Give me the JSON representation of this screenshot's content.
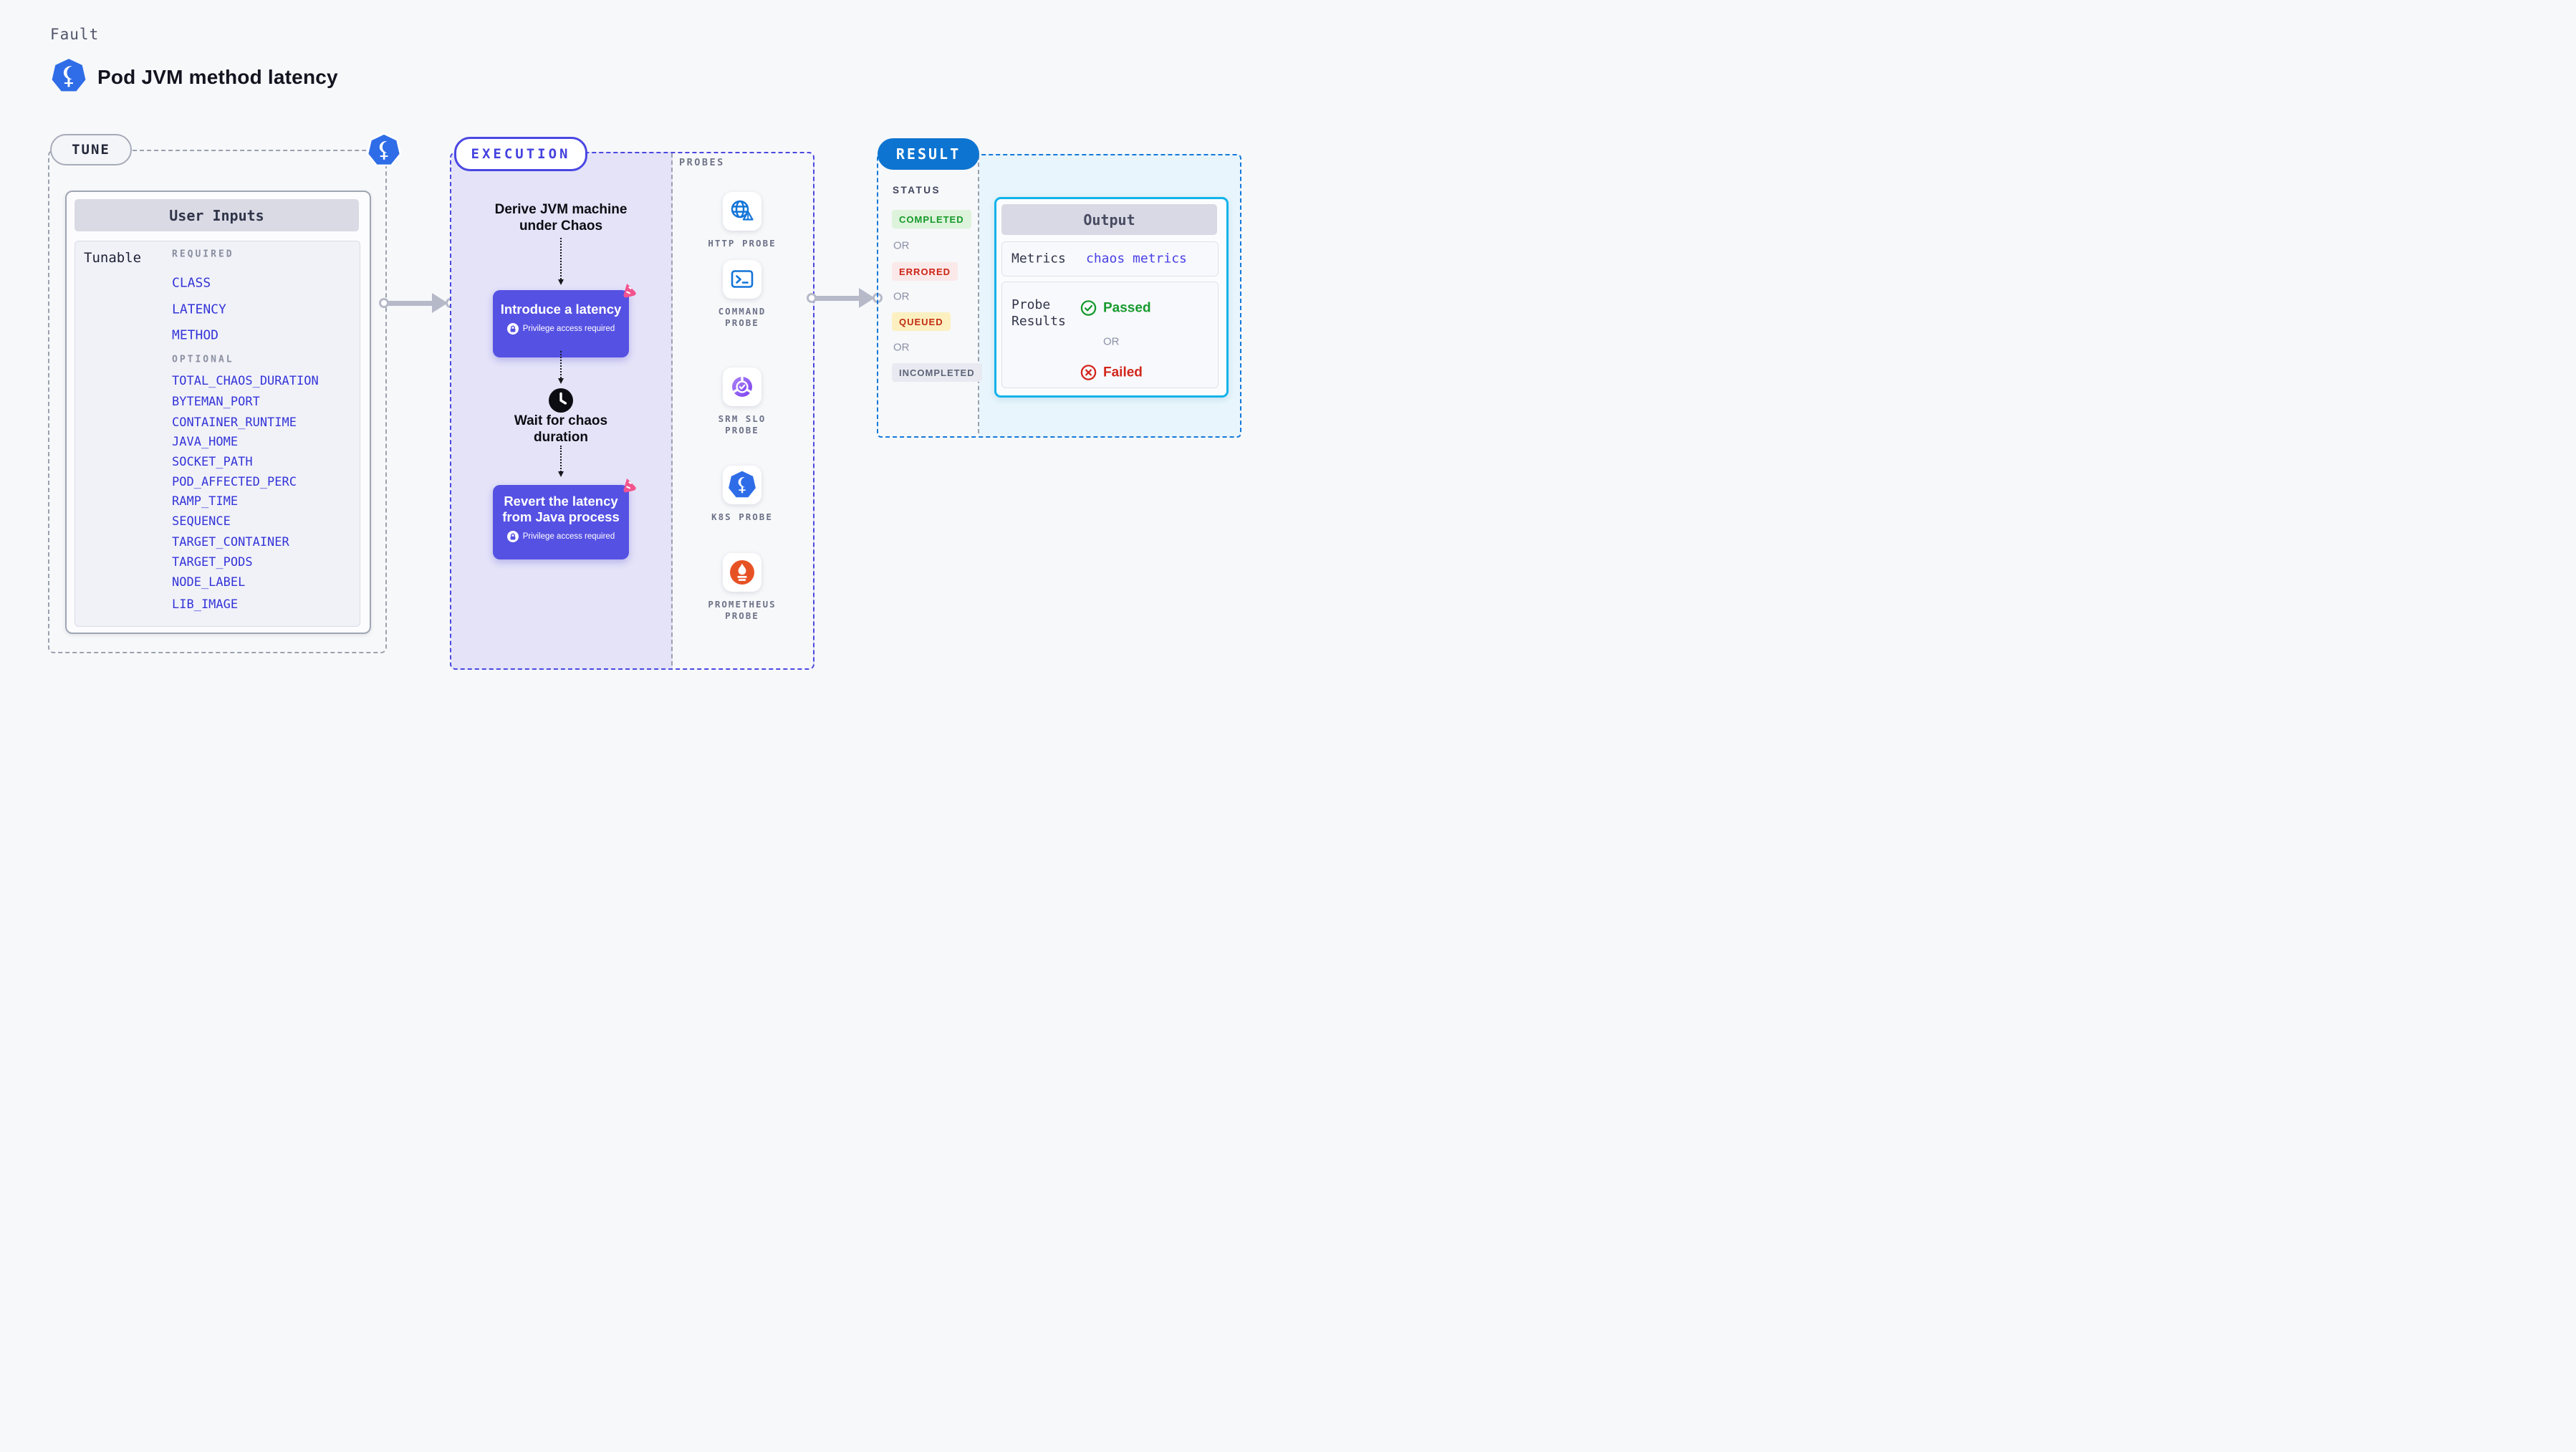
{
  "header": {
    "eyebrow": "Fault",
    "title": "Pod JVM method latency",
    "icon": "kubernetes-icon"
  },
  "tune": {
    "badge": "TUNE",
    "user_inputs_title": "User Inputs",
    "tunable_label": "Tunable",
    "required_label": "REQUIRED",
    "required_params": [
      "CLASS",
      "LATENCY",
      "METHOD"
    ],
    "optional_label": "OPTIONAL",
    "optional_params": [
      "TOTAL_CHAOS_DURATION",
      "BYTEMAN_PORT",
      "CONTAINER_RUNTIME",
      "JAVA_HOME",
      "SOCKET_PATH",
      "POD_AFFECTED_PERC",
      "RAMP_TIME",
      "SEQUENCE",
      "TARGET_CONTAINER",
      "TARGET_PODS",
      "NODE_LABEL",
      "LIB_IMAGE"
    ]
  },
  "execution": {
    "badge": "EXECUTION",
    "derive": {
      "line1": "Derive JVM machine",
      "line2": "under Chaos"
    },
    "introduce": {
      "title": "Introduce a latency",
      "note": "Privilege access required"
    },
    "wait": {
      "line1": "Wait for chaos",
      "line2": "duration",
      "icon": "clock-icon"
    },
    "revert": {
      "line1": "Revert the latency",
      "line2": "from Java process",
      "note": "Privilege access required"
    }
  },
  "probes": {
    "label": "PROBES",
    "items": [
      {
        "name": "HTTP PROBE",
        "icon": "globe-alert-icon"
      },
      {
        "name": "COMMAND PROBE",
        "icon": "terminal-icon"
      },
      {
        "name": "SRM SLO PROBE",
        "icon": "slo-donut-check-icon"
      },
      {
        "name": "K8S PROBE",
        "icon": "kubernetes-icon"
      },
      {
        "name": "PROMETHEUS PROBE",
        "icon": "prometheus-flame-icon"
      }
    ]
  },
  "result": {
    "badge": "RESULT",
    "status_label": "STATUS",
    "or_label": "OR",
    "statuses": [
      {
        "label": "COMPLETED",
        "fg": "#15982a",
        "bg": "#ddf3db"
      },
      {
        "label": "ERRORED",
        "fg": "#cd2114",
        "bg": "#fbe9e9"
      },
      {
        "label": "QUEUED",
        "fg": "#c22c12",
        "bg": "#fcf0c0"
      },
      {
        "label": "INCOMPLETED",
        "fg": "#5d6478",
        "bg": "#e9eaf1"
      }
    ],
    "output": {
      "title": "Output",
      "metrics_label": "Metrics",
      "metrics_value": "chaos metrics",
      "probe_results": {
        "line1": "Probe",
        "line2": "Results"
      },
      "passed_label": "Passed",
      "or_label": "OR",
      "failed_label": "Failed"
    }
  },
  "colors": {
    "page_bg": "#f7f8fa",
    "execution_fill": "#e4e3f8",
    "result_fill": "#e8f5fc",
    "chaos_button": "#5551e3",
    "execution_dash": "#4a48e1",
    "result_dash": "#1379da",
    "output_border": "#12b3ea",
    "param_link": "#3434d8",
    "kubernetes_blue": "#2f6de8",
    "probe_icon_blue": "#1274d8",
    "prometheus_orange": "#e75225",
    "litmus_pink": "#f2538f",
    "passed_green": "#169a2e",
    "failed_red": "#d2261b"
  }
}
